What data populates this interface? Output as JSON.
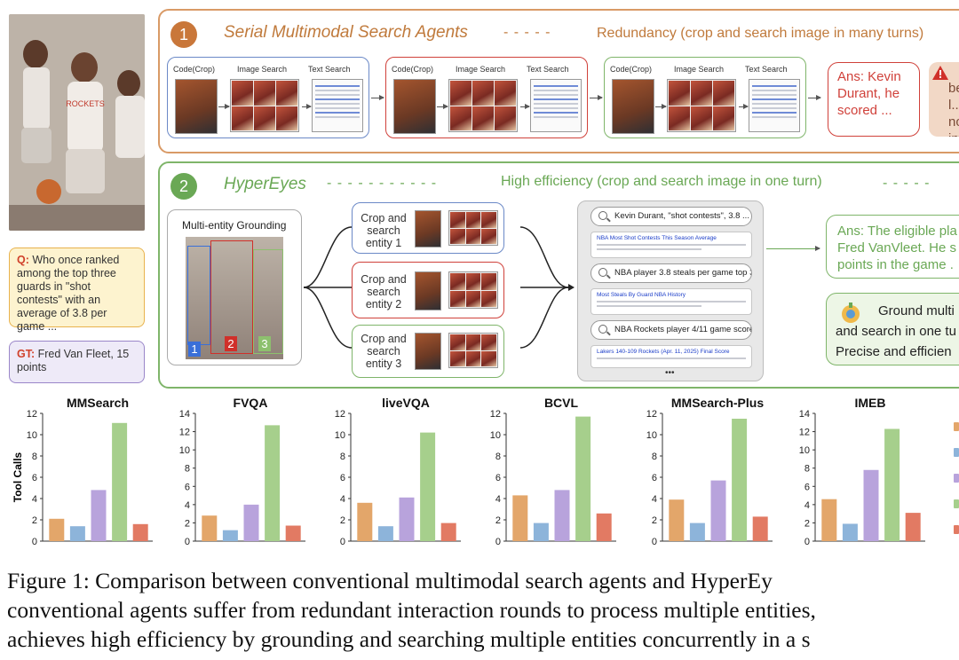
{
  "question": {
    "lead": "Q:",
    "text": "Who once ranked among the top three guards in \"shot contests\" with an average of 3.8 per game ..."
  },
  "ground_truth": {
    "lead": "GT:",
    "text": "Fred Van Fleet, 15 points"
  },
  "panel1": {
    "number": "1",
    "title": "Serial Multimodal Search Agents",
    "dashes": "- - - - -",
    "subtitle": "Redundancy (crop and search image in many turns)",
    "step_labels": [
      "Code(Crop)",
      "Image Search",
      "Text Search"
    ],
    "answer": "Ans: Kevin Durant, he scored ...",
    "warning": "be l... nois... inte...",
    "warning_icon": "warning-icon",
    "colors": {
      "border": "#d99a66",
      "accent": "#c07a3c",
      "badge": "#c9773a"
    }
  },
  "panel2": {
    "number": "2",
    "title": "HyperEyes",
    "dashes": "- - - - - - - - - - -",
    "dashes_right": "- - - - -",
    "subtitle": "High efficiency (crop and search image in one turn)",
    "grounding_label": "Multi-entity Grounding",
    "entity_tags": [
      "1",
      "2",
      "3"
    ],
    "crop_labels": [
      "Crop and search entity 1",
      "Crop and search entity 2",
      "Crop and search entity 3"
    ],
    "queries": [
      "Kevin Durant, \"shot contests\", 3.8 ...",
      "NBA player 3.8 steals per game top 3 ...",
      "NBA Rockets player 4/11 game score ..."
    ],
    "results": [
      "NBA Most Shot Contests This Season Average",
      "Most Steals By Guard NBA History",
      "Lakers 140-109 Rockets (Apr. 11, 2025) Final Score"
    ],
    "ellipsis": "•••",
    "answer": "Ans: The eligible pla... Fred VanVleet. He s... points in the game ...",
    "answer_lines": [
      "Ans: The eligible pla",
      "Fred VanVleet. He s",
      "points in the game ."
    ],
    "ground_lines": [
      "Ground multi",
      "and search in one tu",
      "Precise and efficien"
    ],
    "colors": {
      "border": "#7fb56a",
      "accent": "#6aa855",
      "badge": "#6aa855"
    }
  },
  "chart_data": [
    {
      "type": "bar",
      "title": "MMSearch",
      "ylabel": "Tool Calls",
      "ylim": [
        0,
        12
      ],
      "yticks": [
        0,
        2,
        4,
        6,
        8,
        10,
        12
      ],
      "values": [
        2.1,
        1.4,
        4.8,
        11.1,
        1.6
      ]
    },
    {
      "type": "bar",
      "title": "FVQA",
      "ylabel": "",
      "ylim": [
        0,
        14
      ],
      "yticks": [
        0,
        2,
        4,
        6,
        8,
        10,
        12,
        14
      ],
      "values": [
        2.8,
        1.2,
        4.0,
        12.7,
        1.7
      ]
    },
    {
      "type": "bar",
      "title": "liveVQA",
      "ylabel": "",
      "ylim": [
        0,
        12
      ],
      "yticks": [
        0,
        2,
        4,
        6,
        8,
        10,
        12
      ],
      "values": [
        3.6,
        1.4,
        4.1,
        10.2,
        1.7
      ]
    },
    {
      "type": "bar",
      "title": "BCVL",
      "ylabel": "",
      "ylim": [
        0,
        12
      ],
      "yticks": [
        0,
        2,
        4,
        6,
        8,
        10,
        12
      ],
      "values": [
        4.3,
        1.7,
        4.8,
        11.7,
        2.6
      ]
    },
    {
      "type": "bar",
      "title": "MMSearch-Plus",
      "ylabel": "",
      "ylim": [
        0,
        12
      ],
      "yticks": [
        0,
        2,
        4,
        6,
        8,
        10,
        12
      ],
      "values": [
        3.9,
        1.7,
        5.7,
        11.5,
        2.3
      ]
    },
    {
      "type": "bar",
      "title": "IMEB",
      "ylabel": "",
      "ylim": [
        0,
        14
      ],
      "yticks": [
        0,
        2,
        4,
        6,
        8,
        10,
        12,
        14
      ],
      "values": [
        4.6,
        1.9,
        7.8,
        12.3,
        3.1
      ]
    }
  ],
  "bar_colors": [
    "#e3a66a",
    "#8db4da",
    "#b8a3dc",
    "#a6cf8c",
    "#e27a63"
  ],
  "caption_lines": [
    "Figure 1:  Comparison between conventional multimodal search agents and HyperEy",
    "conventional agents suffer from redundant interaction rounds to process multiple entities,",
    "achieves high efficiency by grounding and searching multiple entities concurrently in a s"
  ]
}
